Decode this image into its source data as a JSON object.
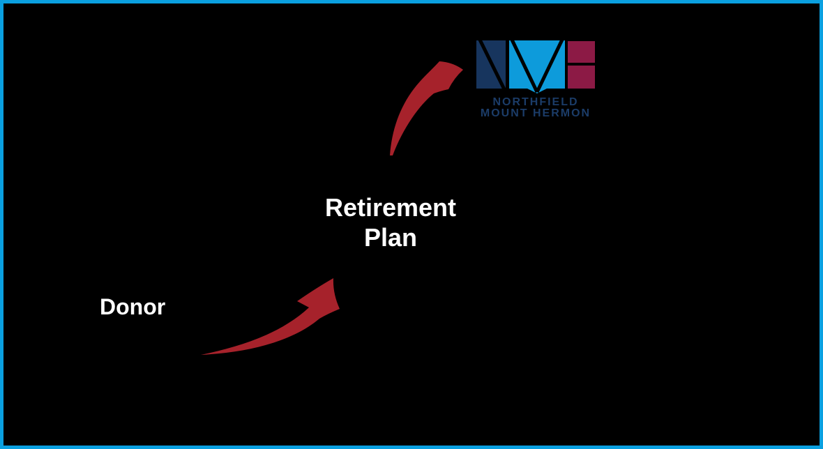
{
  "frame": {
    "background": "#000000",
    "border_color": "#0aa0e0"
  },
  "diagram": {
    "donor_label": "Donor",
    "retirement_plan": {
      "line1": "Retirement",
      "line2": "Plan"
    },
    "arrow_color": "#a6222b",
    "logo": {
      "wordmark_line1": "NORTHFIELD",
      "wordmark_line2": "MOUNT HERMON",
      "colors": {
        "navy": "#17355e",
        "light_blue": "#0d9bdb",
        "maroon": "#8c1a45",
        "wordmark": "#1b3c68"
      }
    }
  }
}
